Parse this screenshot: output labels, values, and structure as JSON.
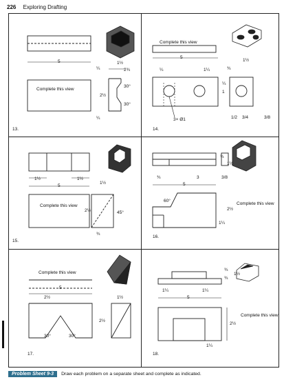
{
  "header": {
    "page_number": "226",
    "title": "Exploring Drafting"
  },
  "problems": [
    {
      "num": "13.",
      "instruction": "Complete this view",
      "dims": [
        "5",
        "1½",
        "2¾",
        "¼",
        "30°",
        "2½",
        "30°",
        "¼"
      ]
    },
    {
      "num": "14.",
      "instruction": "Complete this view",
      "dims": [
        "5",
        "¼",
        "1¼",
        "¾",
        "1½",
        "1",
        "¼",
        "3× Ø1",
        "1/2",
        "3/4",
        "3/8"
      ]
    },
    {
      "num": "15.",
      "instruction": "Complete this view",
      "dims": [
        "1½",
        "1½",
        "5",
        "1½",
        "2½",
        "45°",
        "¾"
      ]
    },
    {
      "num": "16.",
      "instruction": "Complete this view",
      "dims": [
        "¾",
        "1½",
        "¾",
        "3",
        "3/8",
        "5",
        "60°",
        "2½",
        "1¼"
      ]
    },
    {
      "num": "17.",
      "instruction": "Complete this view",
      "dims": [
        "5",
        "2½",
        "1½",
        "2½",
        "30°",
        "30°"
      ]
    },
    {
      "num": "18.",
      "instruction": "Complete this view",
      "dims": [
        "¾",
        "¾",
        "1½",
        "1¼",
        "1¼",
        "5",
        "2½",
        "1¼"
      ]
    }
  ],
  "footer": {
    "badge": "Problem Sheet 9-3",
    "text": "Draw each problem on a separate sheet and complete as indicated."
  }
}
